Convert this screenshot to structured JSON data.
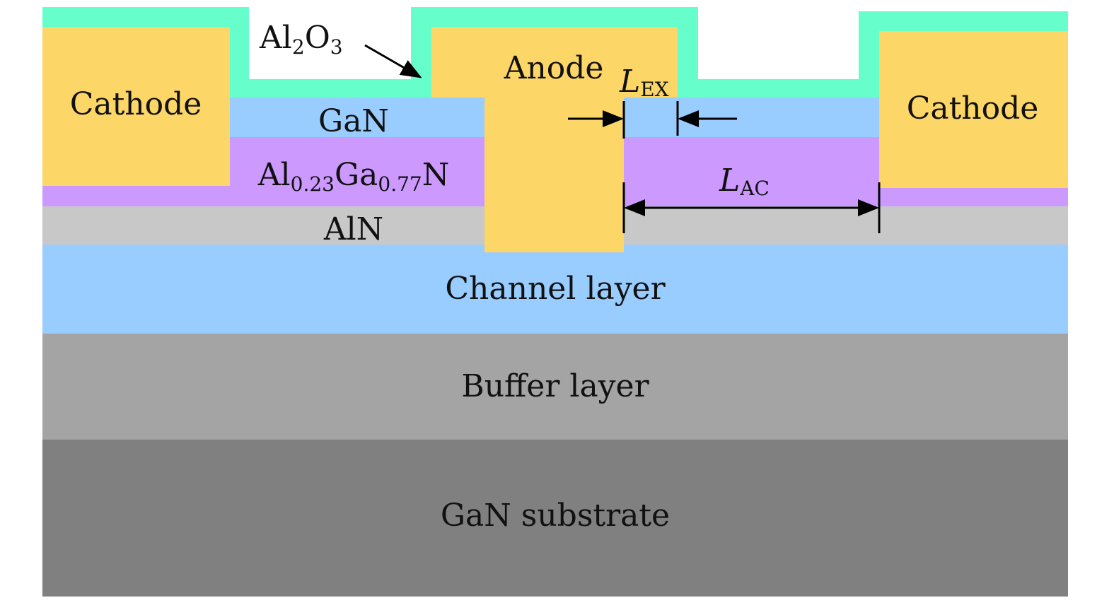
{
  "diagram": {
    "labels": {
      "cathode_left": "Cathode",
      "cathode_right": "Cathode",
      "anode": "Anode",
      "al2o3": {
        "base": "Al",
        "sub1": "2",
        "mid": "O",
        "sub2": "3"
      },
      "gan_cap": "GaN",
      "algan": {
        "a": "Al",
        "sub1": "0.23",
        "b": "Ga",
        "sub2": "0.77",
        "c": "N"
      },
      "aln": "AlN",
      "channel": "Channel layer",
      "buffer": "Buffer layer",
      "substrate": "GaN substrate",
      "lex": {
        "main": "L",
        "sub": "EX"
      },
      "lac": {
        "main": "L",
        "sub": "AC"
      }
    },
    "colors": {
      "passivation": "#66ffcc",
      "metal": "#fcd667",
      "gan_cap": "#99ccff",
      "algan": "#cc99ff",
      "aln": "#c8c8c8",
      "channel": "#99ccff",
      "buffer": "#a4a4a4",
      "substrate": "#808080"
    }
  }
}
